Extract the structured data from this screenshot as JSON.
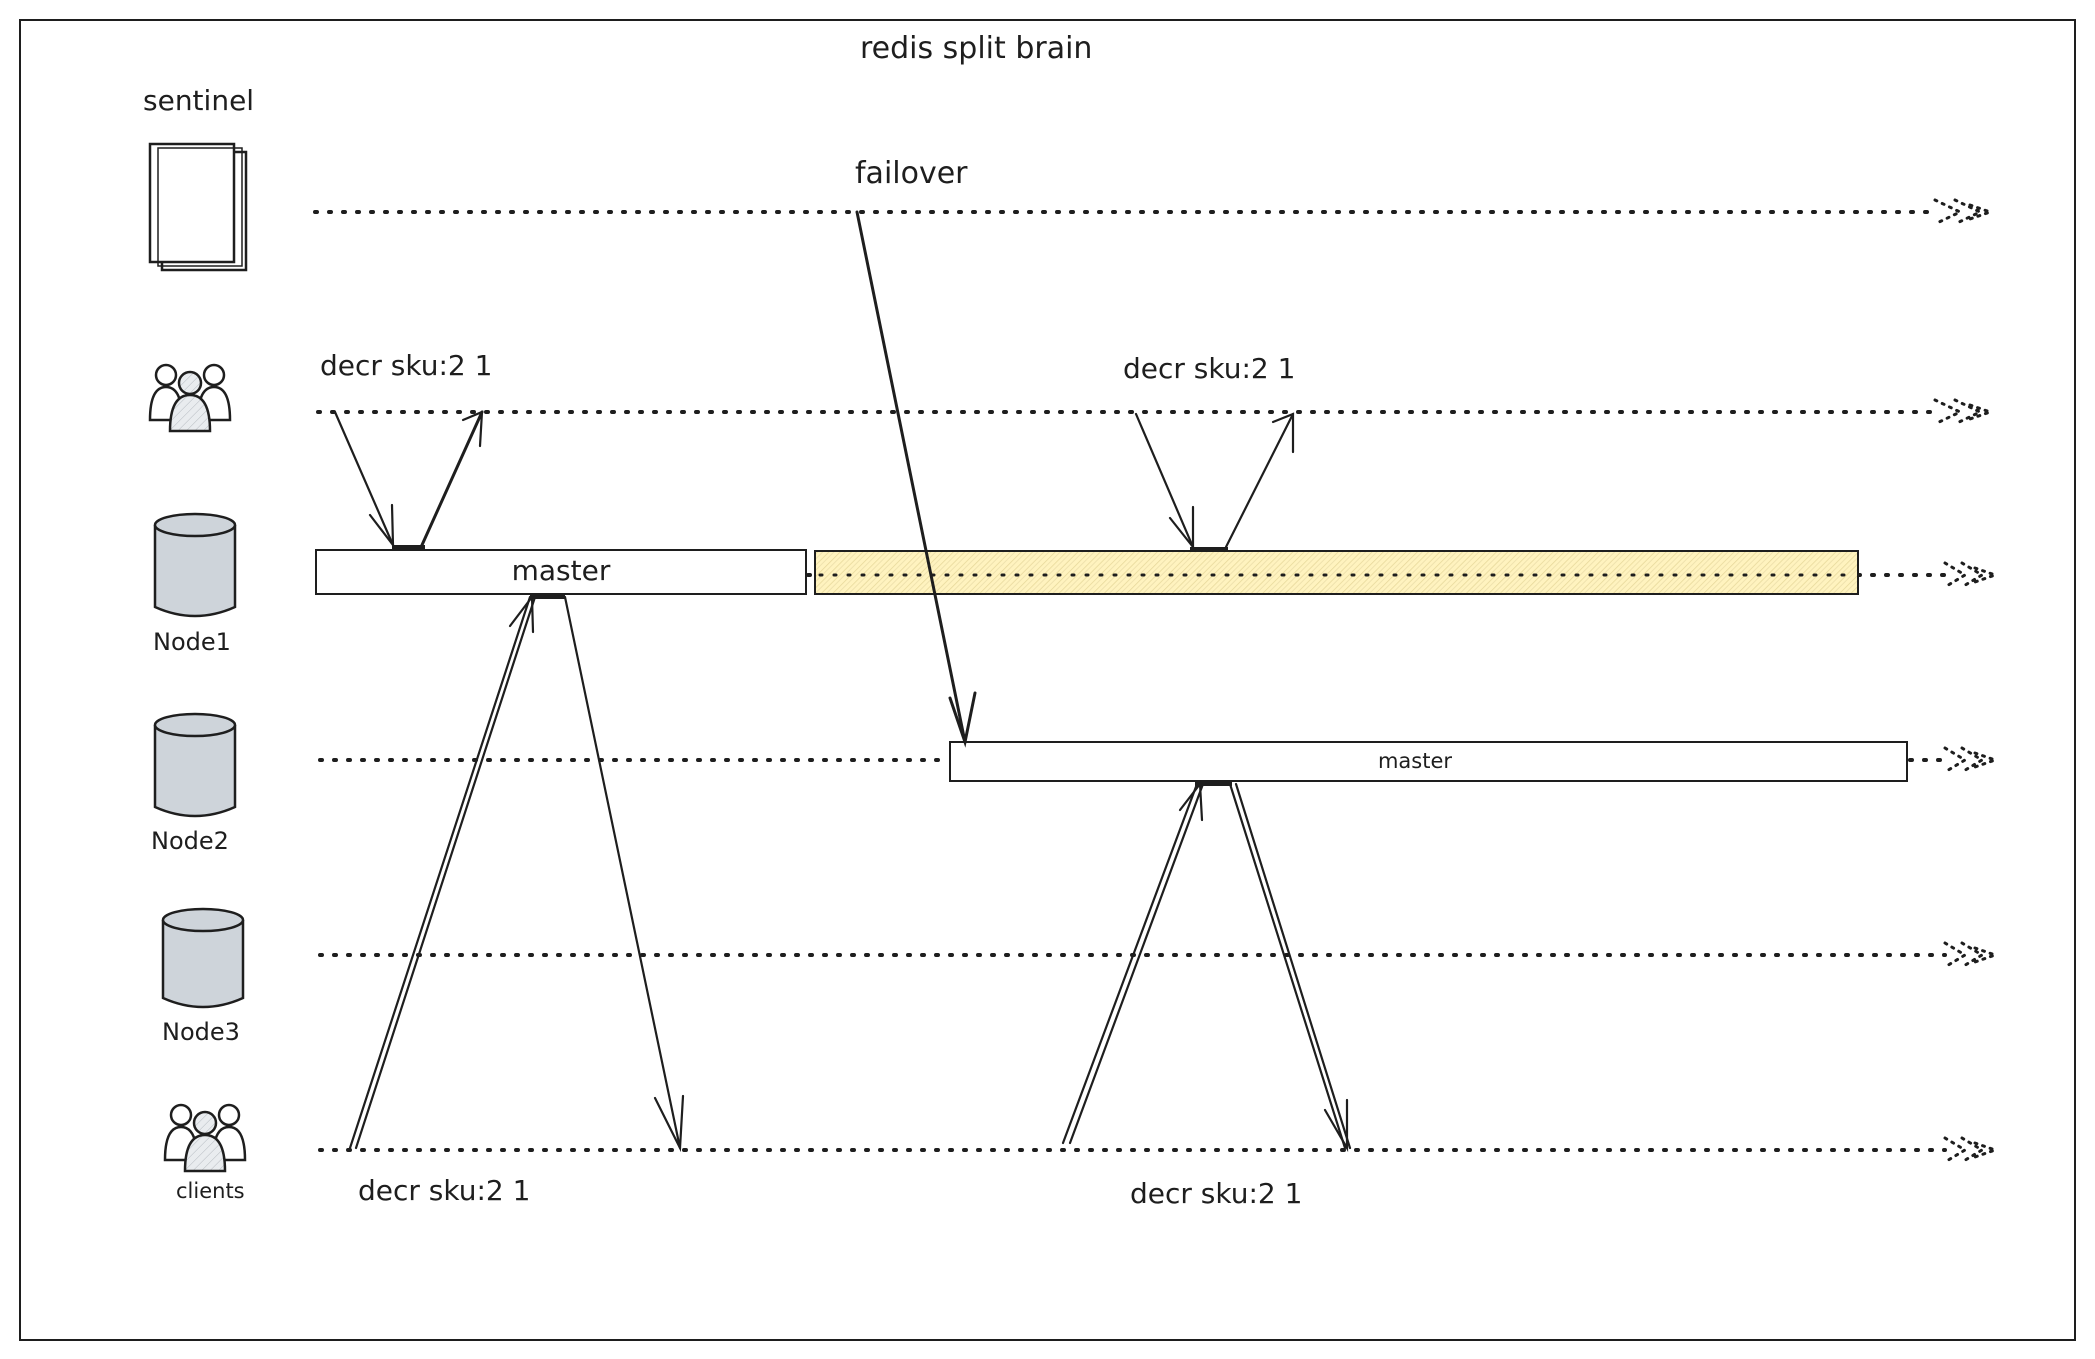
{
  "title": "redis split brain",
  "actors": {
    "sentinel": {
      "label": "sentinel",
      "icon": "sentinel-pages-icon"
    },
    "clients_top": {
      "label": "",
      "icon": "users-group-icon"
    },
    "node1": {
      "label": "Node1",
      "icon": "database-cylinder-icon"
    },
    "node2": {
      "label": "Node2",
      "icon": "database-cylinder-icon"
    },
    "node3": {
      "label": "Node3",
      "icon": "database-cylinder-icon"
    },
    "clients_bottom": {
      "label": "clients",
      "icon": "users-group-icon"
    }
  },
  "events": {
    "failover": "failover",
    "top_cmd_1": "decr sku:2 1",
    "top_cmd_2": "decr sku:2 1",
    "bottom_cmd_1": "decr sku:2 1",
    "bottom_cmd_2": "decr sku:2 1"
  },
  "bars": {
    "node1_master": "master",
    "node2_master": "master"
  },
  "colors": {
    "stroke": "#1e1e1e",
    "cylinder_fill": "#ced4da",
    "stale_master_fill": "#fff3bf",
    "background": "#ffffff"
  }
}
